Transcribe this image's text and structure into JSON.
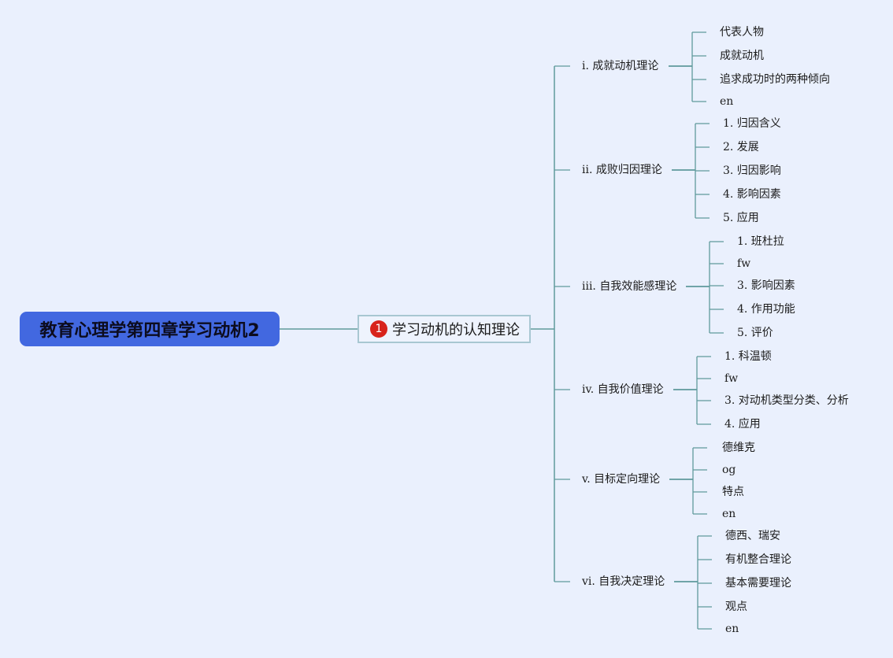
{
  "root": {
    "label": "教育心理学第四章学习动机2"
  },
  "main": {
    "badge": "1",
    "label": "学习动机的认知理论"
  },
  "branches": [
    {
      "label": "i. 成就动机理论",
      "children": [
        "代表人物",
        "成就动机",
        "追求成功时的两种倾向",
        "en"
      ]
    },
    {
      "label": "ii. 成败归因理论",
      "children": [
        "1. 归因含义",
        "2. 发展",
        "3. 归因影响",
        "4. 影响因素",
        "5. 应用"
      ]
    },
    {
      "label": "iii. 自我效能感理论",
      "children": [
        "1. 班杜拉",
        "fw",
        "3. 影响因素",
        "4. 作用功能",
        "5. 评价"
      ]
    },
    {
      "label": "iv. 自我价值理论",
      "children": [
        "1. 科温顿",
        "fw",
        "3. 对动机类型分类、分析",
        "4. 应用"
      ]
    },
    {
      "label": "v. 目标定向理论",
      "children": [
        "德维克",
        "og",
        "特点",
        "en"
      ]
    },
    {
      "label": "vi. 自我决定理论",
      "children": [
        "德西、瑞安",
        "有机整合理论",
        "基本需要理论",
        "观点",
        "en"
      ]
    }
  ],
  "colors": {
    "root_bg": "#4268e0",
    "line": "#5f9a9c",
    "badge": "#d8231b",
    "background": "#eaf0fd"
  }
}
